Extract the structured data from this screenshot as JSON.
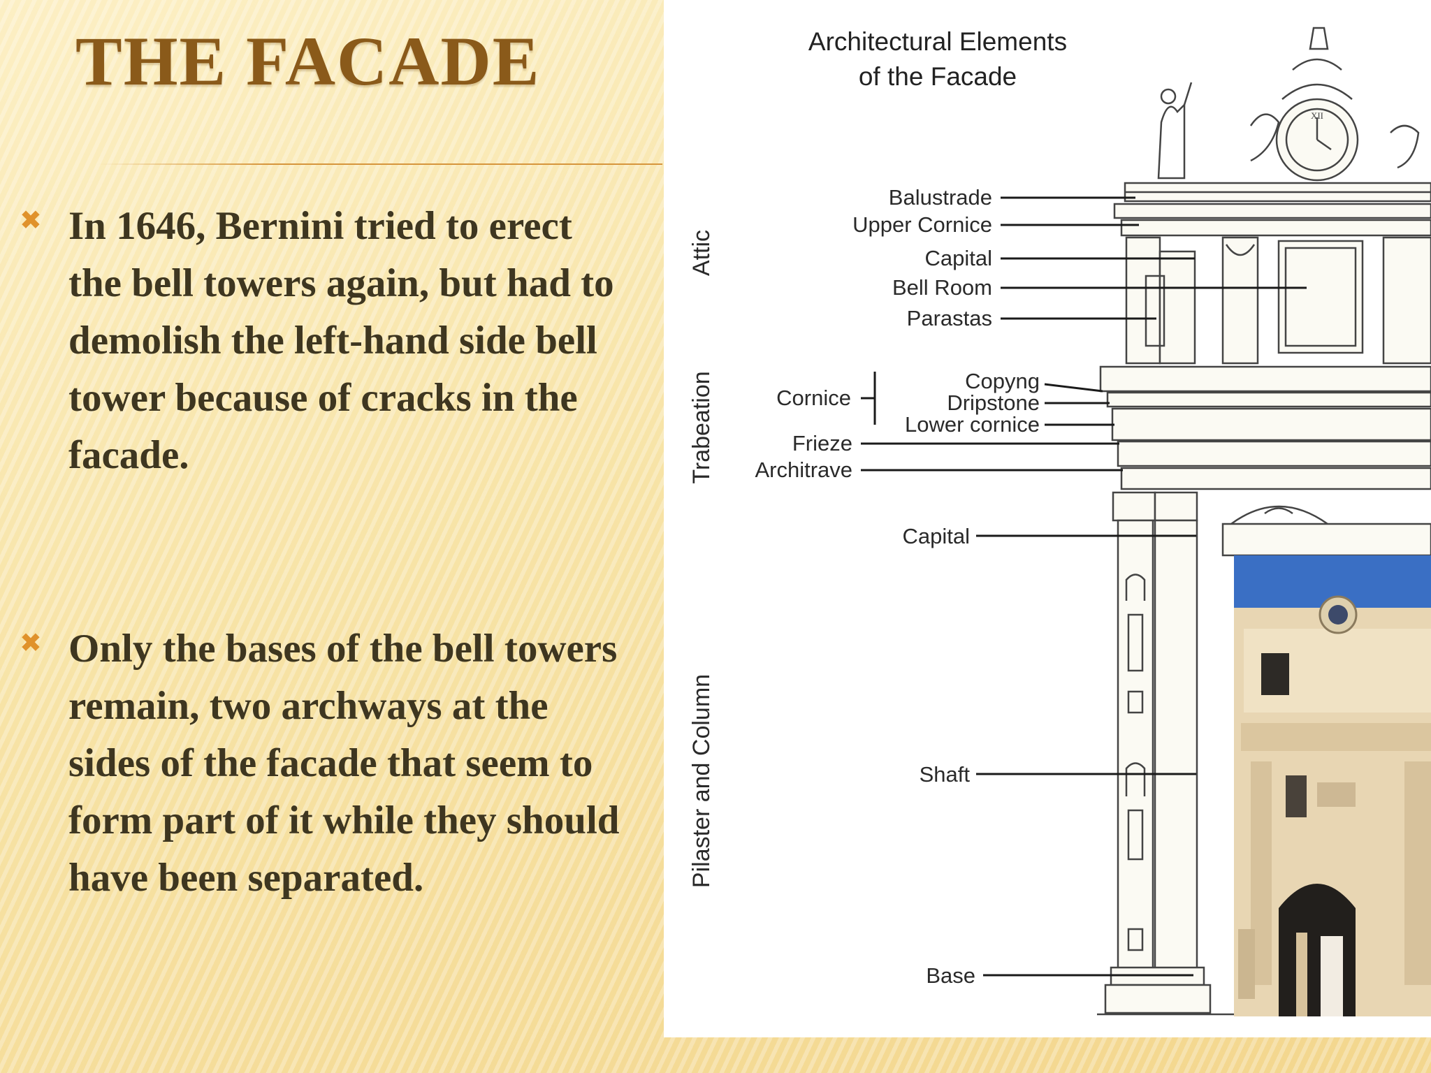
{
  "slide": {
    "title": "THE FACADE",
    "bullets": [
      "In 1646, Bernini tried to erect the bell towers again, but had to demolish the left-hand side bell tower because of cracks in the facade.",
      "Only the bases of the bell towers remain, two archways at the sides of the facade that seem to form part of it while they should have been separated."
    ],
    "bullet_icon": "x-mark-icon",
    "colors": {
      "title": "#8a5a1a",
      "body_text": "#3e3620",
      "accent": "#e0922b",
      "background": "#f7e3a6"
    }
  },
  "diagram": {
    "title_line1": "Architectural Elements",
    "title_line2": "of the Facade",
    "sections": {
      "attic": "Attic",
      "trabeation": "Trabeation",
      "pilaster": "Pilaster and Column"
    },
    "labels": {
      "balustrade": "Balustrade",
      "upper_cornice": "Upper Cornice",
      "capital_attic": "Capital",
      "bell_room": "Bell Room",
      "parastas": "Parastas",
      "cornice": "Cornice",
      "copyng": "Copyng",
      "dripstone": "Dripstone",
      "lower_cornice": "Lower cornice",
      "frieze": "Frieze",
      "architrave": "Architrave",
      "capital_column": "Capital",
      "shaft": "Shaft",
      "base": "Base"
    },
    "clock_numeral": "XII"
  }
}
